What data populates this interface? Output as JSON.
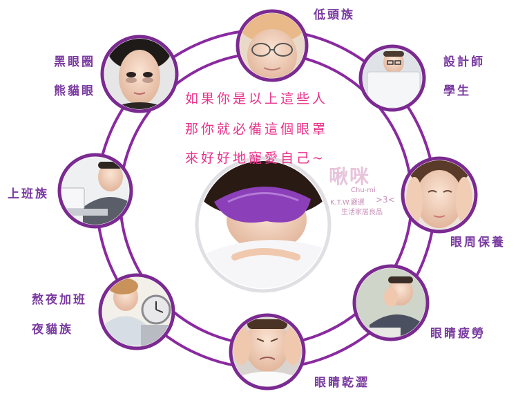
{
  "headline": [
    "如果你是以上這些人",
    "那你就必備這個眼罩",
    "來好好地寵愛自己~"
  ],
  "brand": {
    "name": "啾咪",
    "romanization": "Chu-mi",
    "tagline": "K.T.W.嚴選",
    "emoticon": ">3<",
    "subtitle": "生活家居良品"
  },
  "groups": [
    {
      "id": "low-head",
      "labels": [
        "低頭族"
      ],
      "icon": "elderly-woman-with-glasses"
    },
    {
      "id": "designer-student",
      "labels": [
        "設計師",
        "學生"
      ],
      "icon": "man-behind-laptop"
    },
    {
      "id": "eye-care",
      "labels": [
        "眼周保養"
      ],
      "icon": "woman-massaging-eyes"
    },
    {
      "id": "eye-fatigue",
      "labels": [
        "眼睛疲勞"
      ],
      "icon": "man-rubbing-eyes"
    },
    {
      "id": "dry-eyes",
      "labels": [
        "眼睛乾澀"
      ],
      "icon": "stressed-man-holding-head"
    },
    {
      "id": "night-owl",
      "labels": [
        "熬夜加班",
        "夜貓族"
      ],
      "icon": "tired-woman-with-alarm-clock"
    },
    {
      "id": "office-worker",
      "labels": [
        "上班族"
      ],
      "icon": "businessman-at-computer"
    },
    {
      "id": "dark-circles",
      "labels": [
        "黑眼圈",
        "熊貓眼"
      ],
      "icon": "woman-with-dark-circles"
    }
  ],
  "product": {
    "icon": "woman-wearing-purple-eye-mask"
  },
  "colors": {
    "ring": "#8a2aa0",
    "label": "#7a3aa0",
    "headline": "#e8328a",
    "mask": "#8b3fb8"
  }
}
